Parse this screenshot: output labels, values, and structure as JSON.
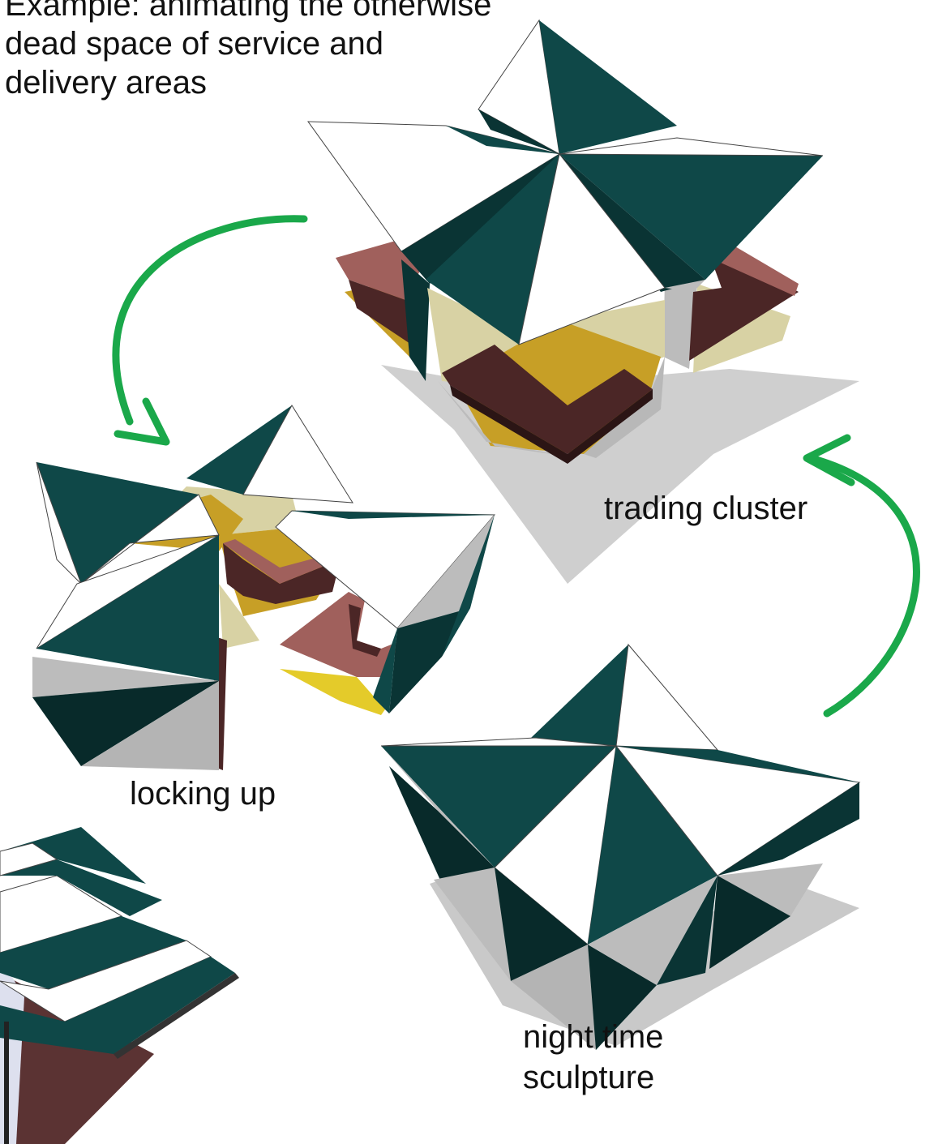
{
  "intro_text": {
    "line1": "Example: animating the otherwise",
    "line2": "dead space of  service and",
    "line3": "delivery areas"
  },
  "labels": {
    "trading": "trading cluster",
    "locking": "locking up",
    "night_line1": "night time",
    "night_line2": "sculpture"
  },
  "colors": {
    "canopy_green": "#0f4848",
    "canopy_dark": "#082a2a",
    "panel_white": "#ffffff",
    "panel_grey": "#bdbdbd",
    "floor_gold": "#c39a28",
    "floor_khaki": "#d8d2a4",
    "counter_brown": "#4a2626",
    "counter_rose": "#9e5a5a",
    "shadow_grey": "#c9c9c9",
    "arrow_green": "#1aa84a"
  }
}
